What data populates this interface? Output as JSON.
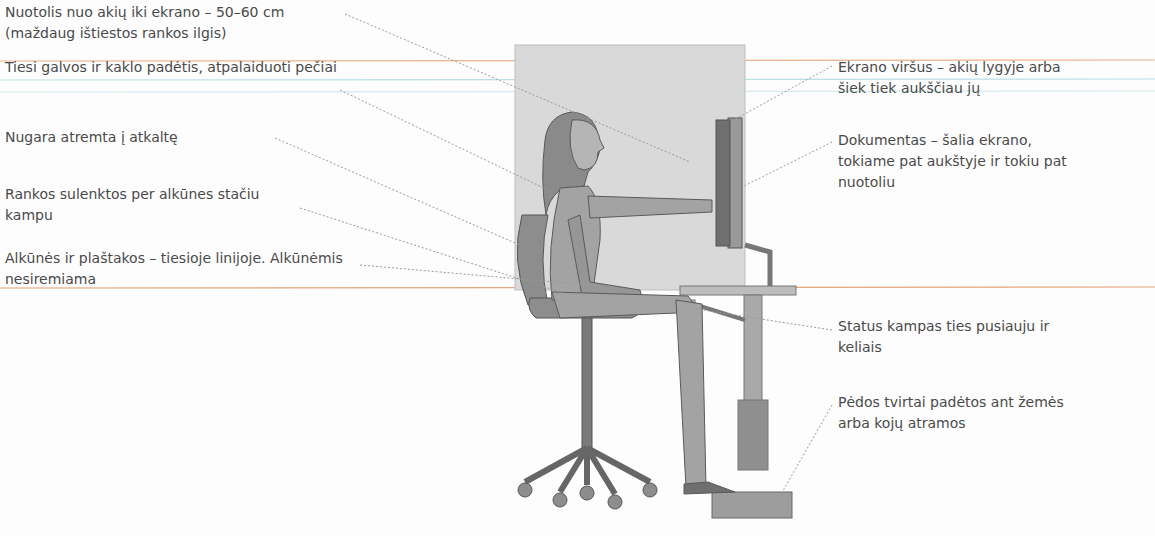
{
  "diagram": {
    "labels": [
      "Nuotolis nuo akių iki ekrano – 50–60 cm (maždaug ištiestos rankos ilgis)",
      "Tiesi galvos ir kaklo padėtis, atpalaiduoti pečiai",
      "Nugara atremta į atkaltę",
      "Rankos sulenktos per alkūnes stačiu kampu",
      "Alkūnės ir plaštakos – tiesioje linijoje. Alkūnėmis nesiremiama",
      "Ekrano viršus – akių lygyje arba šiek tiek aukščiau jų",
      "Dokumentas – šalia ekrano, tokiame pat aukštyje ir tokiu pat nuotoliu",
      "Status kampas ties pusiauju ir keliais",
      "Pėdos tvirtai padėtos ant žemės arba kojų atramos"
    ]
  }
}
